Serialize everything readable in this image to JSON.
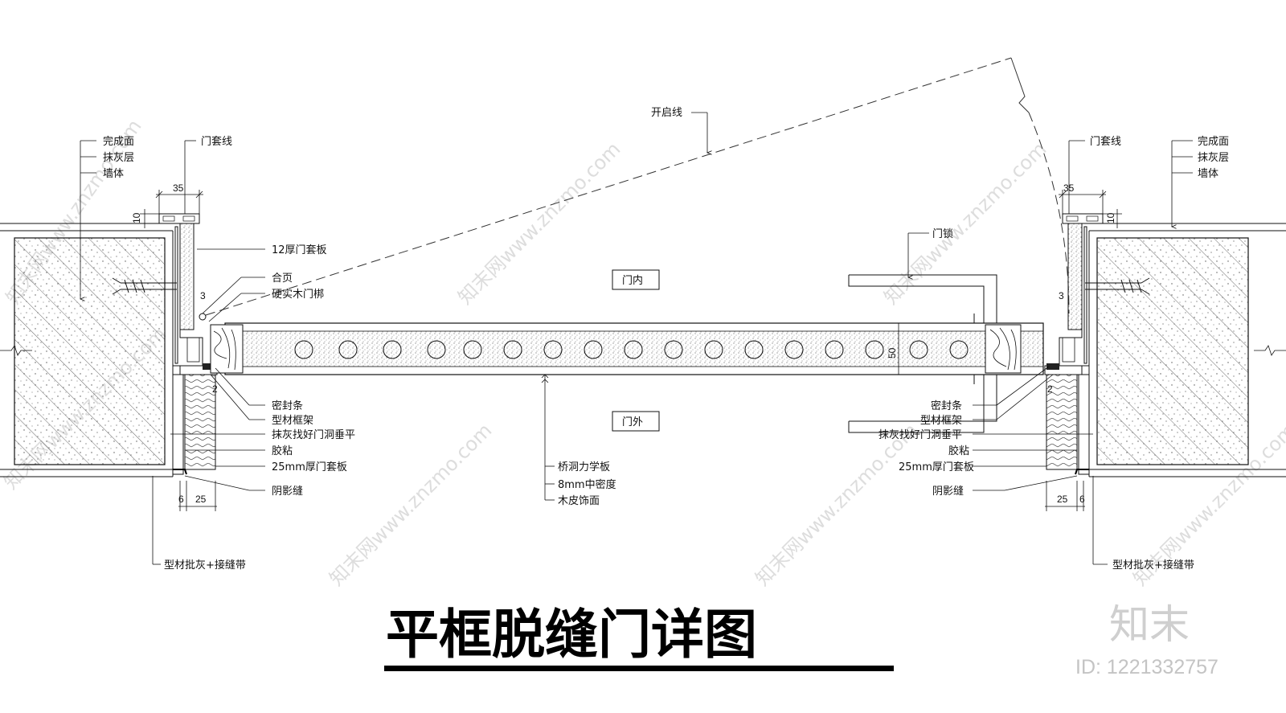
{
  "title": "平框脱缝门详图",
  "watermark": {
    "brand": "知末",
    "id_text": "ID: 1221332757",
    "site": "知末网www.znzmo.com"
  },
  "room_labels": {
    "inside": "门内",
    "outside": "门外"
  },
  "left": {
    "wall_finish": "完成面",
    "plaster": "抹灰层",
    "wall": "墙体",
    "casing_line": "门套线",
    "casing_board_12": "12厚门套板",
    "hinge": "合页",
    "door_edge": "硬实木门梆",
    "seal": "密封条",
    "frame": "型材框架",
    "plaster_level": "抹灰找好门洞垂平",
    "glue": "胶粘",
    "casing_board_25": "25mm厚门套板",
    "shadow_gap": "阴影缝",
    "putty": "型材批灰+接缝带",
    "dim_35": "35",
    "dim_10": "10",
    "dim_3": "3",
    "dim_2": "2",
    "dim_6": "6",
    "dim_25": "25"
  },
  "center": {
    "swing_line": "开启线",
    "board_core": "桥洞力学板",
    "mdf": "8mm中密度",
    "veneer": "木皮饰面",
    "dim_50": "50"
  },
  "right": {
    "wall_finish": "完成面",
    "plaster": "抹灰层",
    "wall": "墙体",
    "casing_line": "门套线",
    "lock": "门锁",
    "seal": "密封条",
    "frame": "型材框架",
    "plaster_level": "抹灰找好门洞垂平",
    "glue": "胶粘",
    "casing_board_25": "25mm厚门套板",
    "shadow_gap": "阴影缝",
    "putty": "型材批灰+接缝带",
    "dim_35": "35",
    "dim_10": "10",
    "dim_3": "3",
    "dim_2": "2",
    "dim_6": "6",
    "dim_25": "25"
  }
}
